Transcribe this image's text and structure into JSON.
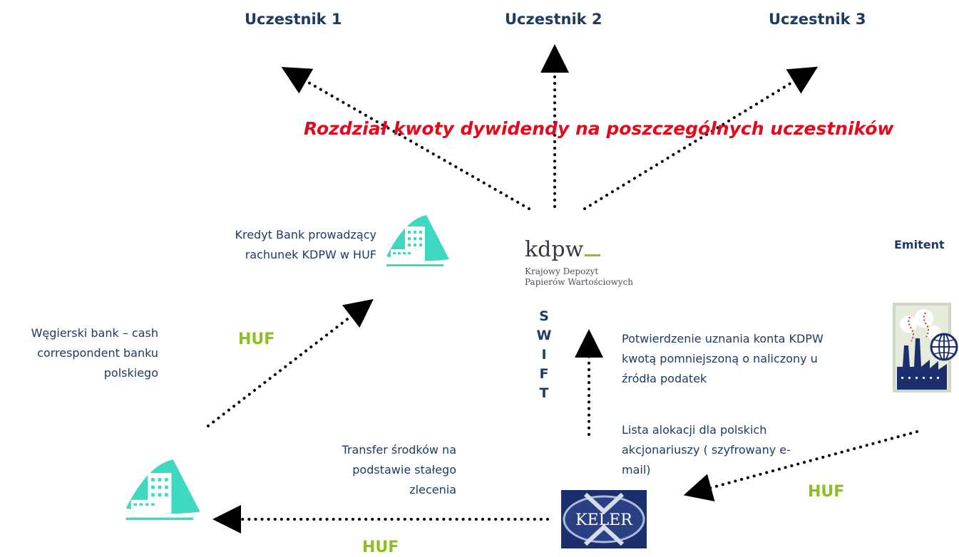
{
  "participants": [
    {
      "label": "Uczestnik 1"
    },
    {
      "label": "Uczestnik 2"
    },
    {
      "label": "Uczestnik 3"
    }
  ],
  "distribution_label": "Rozdział kwoty dywidendy na poszczególnych uczestników",
  "credit_bank_label": "Kredyt  Bank prowadzący rachunek KDPW w HUF",
  "hungarian_bank_label": "Węgierski bank – cash correspondent banku polskiego",
  "emitent_label": "Emitent",
  "kdpw": {
    "logo_text": "kdpw",
    "full_name_line1": "Krajowy Depozyt",
    "full_name_line2": "Papierów Wartościowych"
  },
  "swift_letters": [
    "S",
    "W",
    "I",
    "F",
    "T"
  ],
  "confirmation_text": "Potwierdzenie uznania konta KDPW kwotą pomniejszoną o naliczony u źródła podatek",
  "allocation_text": "Lista alokacji dla polskich akcjonariuszy ( szyfrowany e-mail)",
  "transfer_text": "Transfer  środków na podstawie stałego zlecenia",
  "keler_logo_text": "KELER",
  "currency_labels": {
    "upper_left": "HUF",
    "lower_right": "HUF",
    "bottom": "HUF"
  },
  "colors": {
    "text_navy": "#1f3a63",
    "accent_red": "#e3091c",
    "currency_green": "#8cbf26",
    "building_teal": "#3fd9c1",
    "keler_navy": "#1b2f6e"
  },
  "icons": [
    "bank-building-icon",
    "factory-globe-icon",
    "keler-logo",
    "kdpw-logo"
  ]
}
